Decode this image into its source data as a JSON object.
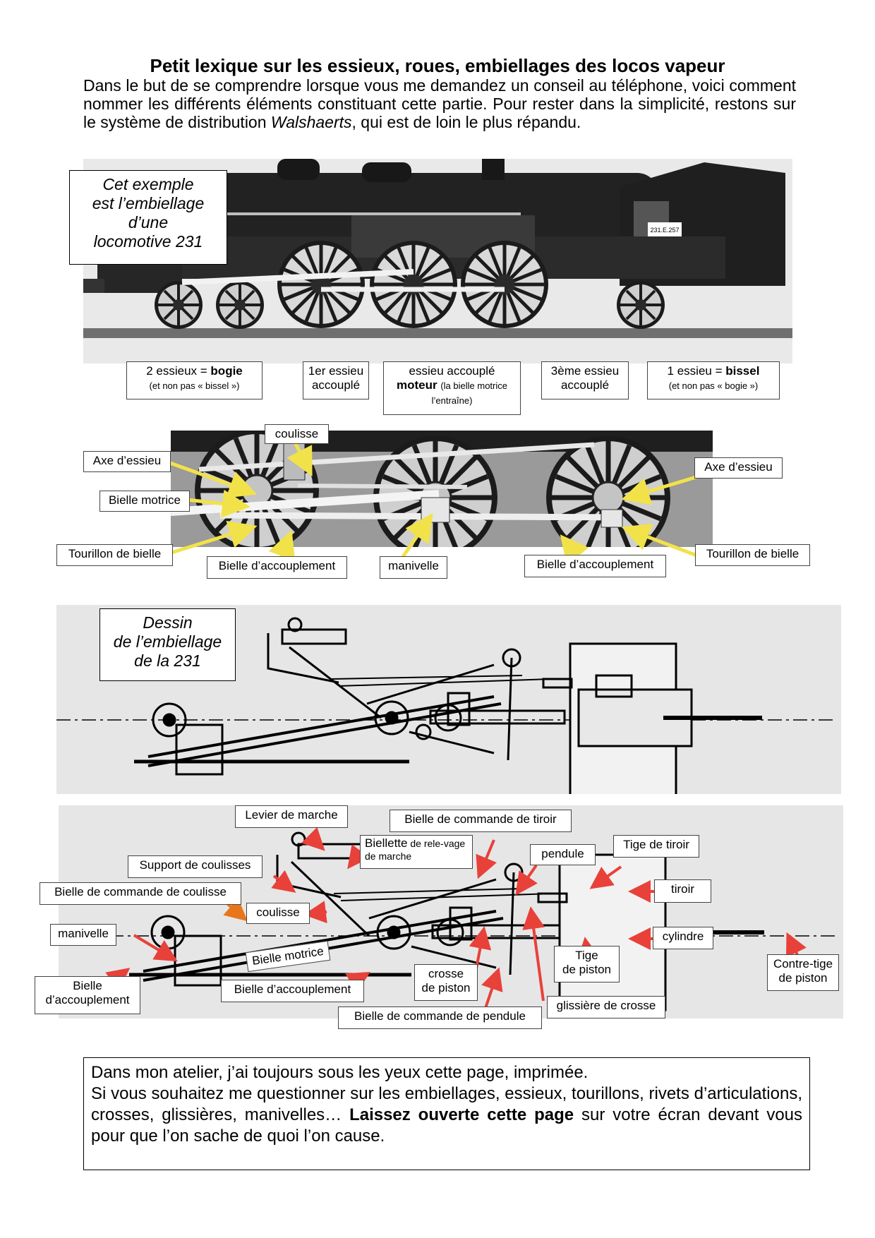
{
  "title": "Petit lexique sur les essieux, roues, embiellages des locos vapeur",
  "intro": {
    "text_before": "Dans le but de se comprendre lorsque vous me demandez un conseil au téléphone, voici comment nommer les différents éléments constituant cette partie. Pour rester dans la simplicité, restons sur le système de distribution ",
    "walshaerts": "Walshaerts",
    "text_after": ", qui est de loin le plus répandu."
  },
  "photo": {
    "caption": [
      "Cet exemple",
      "est l’embiellage",
      "d’une",
      "locomotive 231"
    ],
    "plate": "231.E.257",
    "labels": {
      "bogie_prefix": "2 essieux = ",
      "bogie_bold": "bogie",
      "bogie_note": "(et non pas « bissel »)",
      "first_axle": [
        "1er essieu",
        "accouplé"
      ],
      "driving_line1": "essieu accouplé",
      "driving_bold": "moteur",
      "driving_note": "(la bielle motrice l’entraîne)",
      "third_axle": [
        "3ème essieu",
        "accouplé"
      ],
      "bissel_prefix": "1 essieu = ",
      "bissel_bold": "bissel",
      "bissel_note": "(et non pas « bogie »)"
    }
  },
  "closeup": {
    "labels": {
      "coulisse": "coulisse",
      "axe_left": "Axe d’essieu",
      "axe_right": "Axe d’essieu",
      "bielle_motrice": "Bielle motrice",
      "tourillon_left": "Tourillon de bielle",
      "tourillon_right": "Tourillon de bielle",
      "accouplement_left": "Bielle d’accouplement",
      "manivelle": "manivelle",
      "accouplement_right": "Bielle d’accouplement"
    }
  },
  "drawing": {
    "caption": [
      "Dessin",
      "de l’embiellage",
      "de la 231"
    ]
  },
  "diagram": {
    "labels": {
      "levier_marche": "Levier de marche",
      "commande_tiroir": "Bielle de commande de tiroir",
      "biellette": "Biellette",
      "biellette_rest": " de rele-vage de marche",
      "pendule": "pendule",
      "tige_tiroir": "Tige de tiroir",
      "support_coulisses": "Support de coulisses",
      "commande_coulisse": "Bielle de commande de coulisse",
      "coulisse": "coulisse",
      "tiroir": "tiroir",
      "manivelle": "manivelle",
      "cylindre": "cylindre",
      "bielle_motrice": "Bielle motrice",
      "crosse_piston": [
        "crosse",
        "de piston"
      ],
      "tige_piston": [
        "Tige",
        "de piston"
      ],
      "contre_tige": [
        "Contre-tige",
        "de piston"
      ],
      "bielle_accouplement_left": [
        "Bielle",
        "d’accouplement"
      ],
      "bielle_accouplement_mid": "Bielle d’accouplement",
      "glissiere": "glissière de crosse",
      "commande_pendule": "Bielle de commande de pendule"
    }
  },
  "closing": {
    "line1": "Dans mon atelier, j’ai toujours sous les yeux cette page, imprimée.",
    "line2": "Si vous souhaitez me questionner sur les embiellages, essieux, tourillons, rivets d’articulations, crosses, glissières, manivelles… ",
    "bold": "Laissez ouverte cette page",
    "line3": " sur votre écran devant vous pour que l’on sache de quoi l’on cause."
  },
  "colors": {
    "arrow_yellow": "#f2e24a",
    "arrow_red": "#e8413a",
    "arrow_orange": "#e8761a"
  }
}
